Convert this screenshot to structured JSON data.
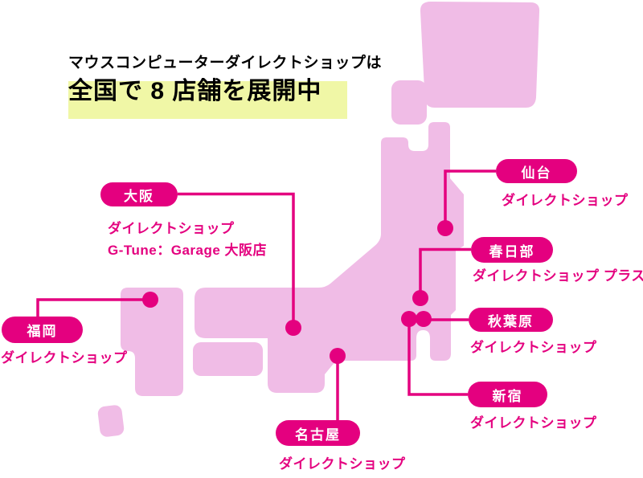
{
  "title": {
    "line1": "マウスコンピューターダイレクトショップは",
    "line2": "全国で 8 店舗を展開中"
  },
  "colors": {
    "accent": "#e4007f",
    "map_fill": "#f0bce6",
    "title_highlight": "#f0f7a6",
    "title_text": "#000000",
    "pill_text": "#ffffff"
  },
  "icons": {
    "map": "japan-silhouette-icon",
    "dot": "location-dot-icon"
  },
  "shops": [
    {
      "city": "仙台",
      "lines": [
        "ダイレクトショップ"
      ]
    },
    {
      "city": "春日部",
      "lines": [
        "ダイレクトショップ プラス"
      ]
    },
    {
      "city": "秋葉原",
      "lines": [
        "ダイレクトショップ"
      ]
    },
    {
      "city": "新宿",
      "lines": [
        "ダイレクトショップ"
      ]
    },
    {
      "city": "名古屋",
      "lines": [
        "ダイレクトショップ"
      ]
    },
    {
      "city": "大阪",
      "lines": [
        "ダイレクトショップ",
        "G-Tune：Garage 大阪店"
      ]
    },
    {
      "city": "福岡",
      "lines": [
        "ダイレクトショップ"
      ]
    }
  ]
}
